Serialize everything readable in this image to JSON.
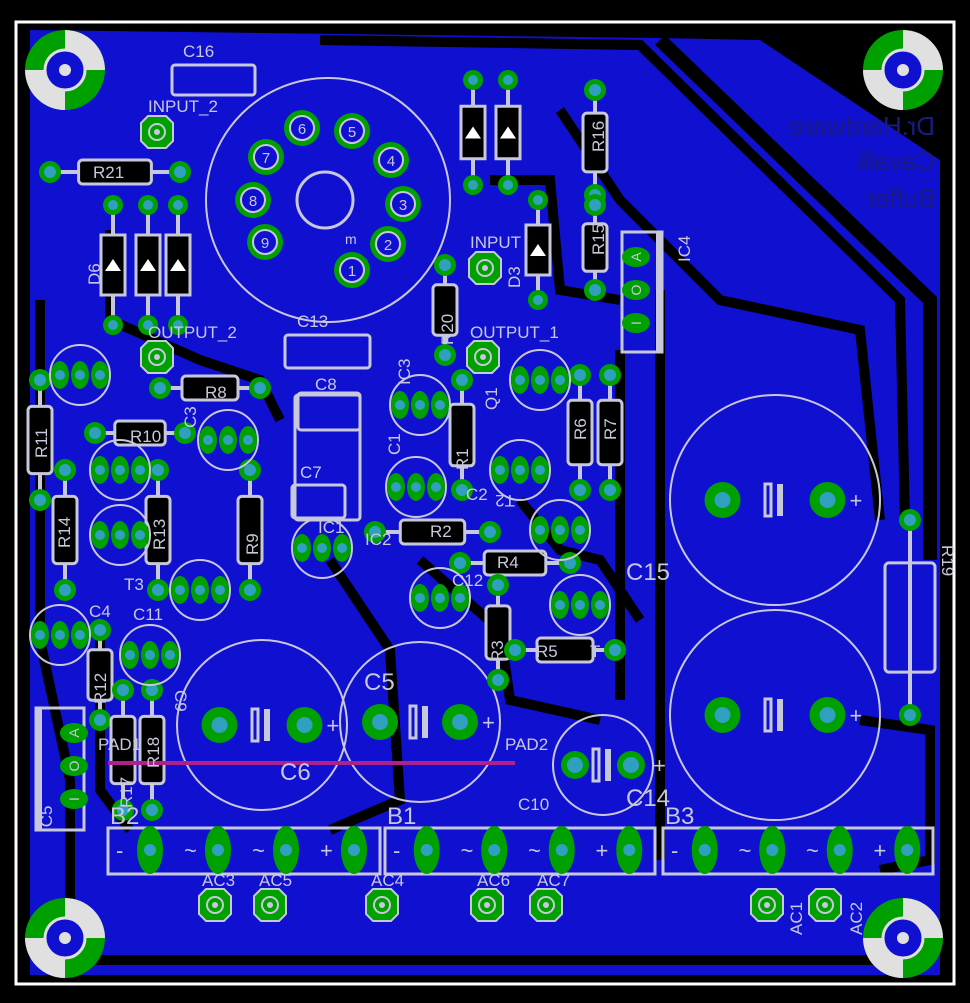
{
  "board": {
    "title_lines": [
      "Dr.Hardware",
      "Cavalli",
      "Buffer"
    ],
    "labels": {
      "C16": "C16",
      "INPUT_2": "INPUT_2",
      "R21": "R21",
      "D6": "D6",
      "OUTPUT_2": "OUTPUT_2",
      "C13": "C13",
      "R20": "R20",
      "INPUT": "INPUT",
      "D3": "D3",
      "OUTPUT_1": "OUTPUT_1",
      "R16": "R16",
      "R15": "R15",
      "IC4": "IC4",
      "R8": "R8",
      "C3": "C3",
      "C8": "C8",
      "IC3": "IC3",
      "Q1": "Q1",
      "R10": "R10",
      "R11": "R11",
      "R1": "R1",
      "R6": "R6",
      "R7": "R7",
      "C7": "C7",
      "C1": "C1",
      "C2": "C2",
      "T2": "T2",
      "R14": "R14",
      "R13": "R13",
      "R9": "R9",
      "IC1": "IC1",
      "IC2": "IC2",
      "R2": "R2",
      "R4": "R4",
      "C15": "C15",
      "C12": "C12",
      "T3": "T3",
      "C4": "C4",
      "C11": "C11",
      "R3": "R3",
      "R5": "R5",
      "T": "T",
      "R12": "R12",
      "C9": "C9",
      "C5": "C5",
      "R19": "R19",
      "PAD1": "PAD1",
      "PAD2": "PAD2",
      "R18": "R18",
      "R17": "R17",
      "IC5": "IC5",
      "C6": "C6",
      "C10": "C10",
      "C14": "C14",
      "B2": "B2",
      "B1": "B1",
      "B3": "B3",
      "AC3": "AC3",
      "AC5": "AC5",
      "AC4": "AC4",
      "AC6": "AC6",
      "AC7": "AC7",
      "AC1": "AC1",
      "AC2": "AC2"
    },
    "socket_pins": [
      "1",
      "2",
      "3",
      "4",
      "5",
      "6",
      "7",
      "8",
      "9"
    ],
    "socket_mark": "m",
    "regulator_pins": [
      "A",
      "O",
      "I"
    ],
    "bridge_symbols": [
      "-",
      "~",
      "~",
      "+"
    ],
    "cap_plus": "+"
  },
  "colors": {
    "background": "#000000",
    "copper_fill": "#1010d0",
    "pad": "#00a000",
    "drill": "#30a0c0",
    "silkscreen": "#c8c8dc",
    "airwire": "#b0208c",
    "mirror_text": "#1a1a80"
  }
}
